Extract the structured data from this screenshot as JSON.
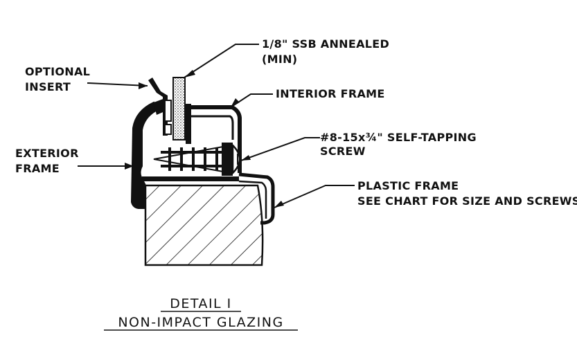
{
  "labels": {
    "glass_line1": "1/8\" SSB ANNEALED",
    "glass_line2": "(MIN)",
    "optional_insert_line1": "OPTIONAL",
    "optional_insert_line2": "INSERT",
    "interior_frame": "INTERIOR FRAME",
    "screw_line1": "#8-15x¾\" SELF-TAPPING",
    "screw_line2": "SCREW",
    "exterior_frame_line1": "EXTERIOR",
    "exterior_frame_line2": "FRAME",
    "plastic_frame_line1": "PLASTIC FRAME",
    "plastic_frame_line2": "SEE CHART FOR SIZE AND SCREWS"
  },
  "title": {
    "line1": "DETAIL I",
    "line2": "NON-IMPACT GLAZING"
  },
  "colors": {
    "ink": "#111111",
    "glass_stipple": "#555555",
    "background": "#ffffff"
  }
}
